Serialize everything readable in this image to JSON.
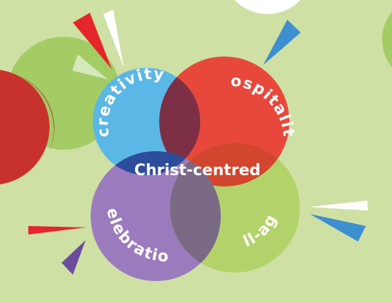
{
  "diagram": {
    "center_label": "Christ-centred",
    "circles": [
      {
        "id": "creativity",
        "label": "creativity",
        "color": "#5bb7e6"
      },
      {
        "id": "hospitality",
        "label": "hospitality",
        "color": "#e8483c"
      },
      {
        "id": "celebration",
        "label": "celebration",
        "color": "#9b7bbd"
      },
      {
        "id": "all-age",
        "label": "all-age",
        "color": "#b3d36a"
      }
    ]
  },
  "colors": {
    "background": "#cfe0a5",
    "blue_overlap": "#2d4c9c",
    "red_overlap": "#7c2f45",
    "green_overlap": "#d2452e",
    "purple_overlap": "#7a6a86",
    "accent_red": "#e5262b",
    "accent_blue": "#3d8fcf",
    "accent_purple": "#6c4c9f",
    "white": "#ffffff"
  }
}
